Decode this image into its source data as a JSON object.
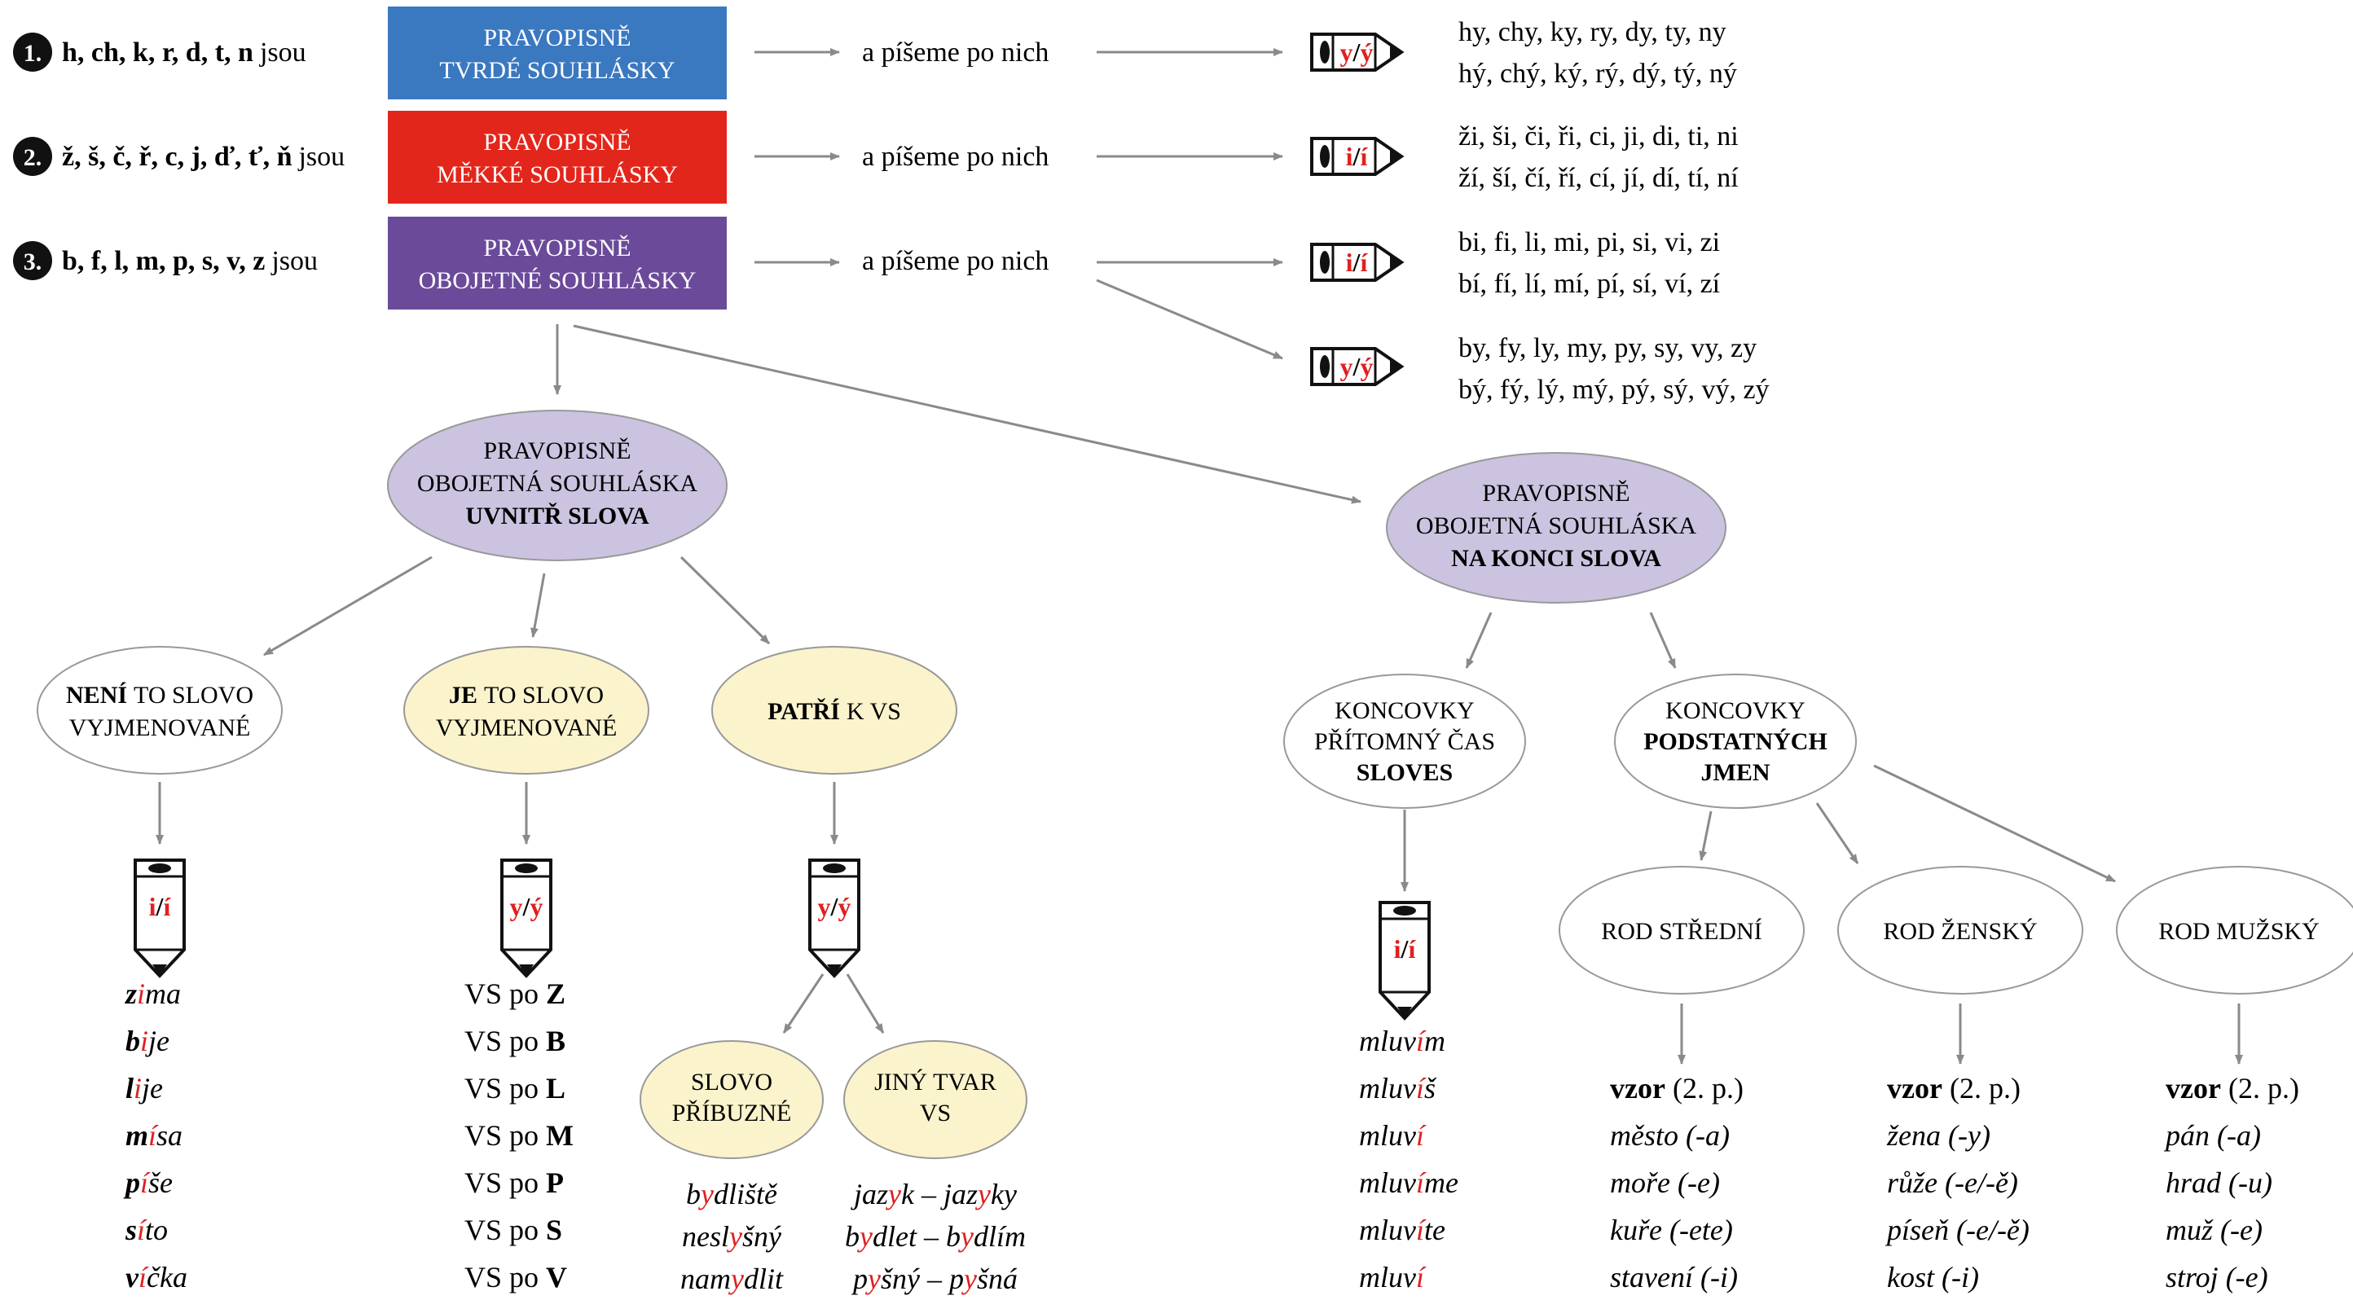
{
  "rows": [
    {
      "num": "1.",
      "letters": "h, ch, k, r, d, t, n",
      "tail": "jsou",
      "box_l1": "PRAVOPISNĚ",
      "box_l2": "TVRDÉ SOUHLÁSKY",
      "box_color": "#3a78c0",
      "arrow_text": "a píšeme po nich",
      "pencil": [
        "y",
        "/",
        "ý"
      ],
      "syll1": "hy, chy, ky, ry, dy, ty, ny",
      "syll2": "hý, chý, ký, rý, dý, tý, ný"
    },
    {
      "num": "2.",
      "letters": "ž, š, č, ř, c, j, ď, ť, ň",
      "tail": "jsou",
      "box_l1": "PRAVOPISNĚ",
      "box_l2": "MĚKKÉ SOUHLÁSKY",
      "box_color": "#e3261b",
      "arrow_text": "a píšeme po nich",
      "pencil": [
        "i",
        "/",
        "í"
      ],
      "syll1": "ži, ši, či, ři, ci, ji, di, ti, ni",
      "syll2": "ží, ší, čí, ří, cí, jí, dí, tí, ní"
    },
    {
      "num": "3.",
      "letters": "b, f, l, m, p, s, v, z",
      "tail": "jsou",
      "box_l1": "PRAVOPISNĚ",
      "box_l2": "OBOJETNÉ SOUHLÁSKY",
      "box_color": "#6b4a9a",
      "arrow_text": "a píšeme po nich",
      "pencil": [
        "i",
        "/",
        "í"
      ],
      "syll1": "bi, fi, li, mi, pi, si, vi, zi",
      "syll2": "bí, fí, lí, mí, pí, sí, ví, zí"
    }
  ],
  "row3_second": {
    "pencil": [
      "y",
      "/",
      "ý"
    ],
    "syll1": "by, fy, ly, my, py, sy, vy, zy",
    "syll2": "bý, fý, lý, mý, pý, sý, vý, zý"
  },
  "inside": {
    "l1": "PRAVOPISNĚ",
    "l2": "OBOJETNÁ SOUHLÁSKA",
    "l3": "UVNITŘ SLOVA",
    "color": "#cbc3e0"
  },
  "end": {
    "l1": "PRAVOPISNĚ",
    "l2": "OBOJETNÁ SOUHLÁSKA",
    "l3": "NA KONCI SLOVA",
    "color": "#cbc3e0"
  },
  "branches": {
    "not_vs": {
      "b": "NENÍ",
      "r": "TO SLOVO",
      "l2": "VYJMENOVANÉ",
      "pencil": [
        "i",
        "/",
        "í"
      ]
    },
    "is_vs": {
      "b": "JE",
      "r": "TO SLOVO",
      "l2": "VYJMENOVANÉ",
      "pencil": [
        "y",
        "/",
        "ý"
      ],
      "color": "#faf3cc"
    },
    "belongs": {
      "b": "PATŘÍ",
      "r": "K VS",
      "pencil": [
        "y",
        "/",
        "ý"
      ],
      "color": "#faf3cc"
    },
    "related": {
      "l1": "SLOVO",
      "l2": "PŘÍBUZNÉ",
      "color": "#faf3cc"
    },
    "other_form": {
      "l1": "JINÝ TVAR",
      "l2": "VS",
      "color": "#faf3cc"
    }
  },
  "examples_i": [
    [
      "z",
      "i",
      "ma"
    ],
    [
      "b",
      "i",
      "je"
    ],
    [
      "l",
      "i",
      "je"
    ],
    [
      "m",
      "í",
      "sa"
    ],
    [
      "p",
      "í",
      "še"
    ],
    [
      "s",
      "í",
      "to"
    ],
    [
      "v",
      "í",
      "čka"
    ]
  ],
  "vs_list": [
    [
      "VS po ",
      "Z"
    ],
    [
      "VS po ",
      "B"
    ],
    [
      "VS po ",
      "L"
    ],
    [
      "VS po ",
      "M"
    ],
    [
      "VS po ",
      "P"
    ],
    [
      "VS po ",
      "S"
    ],
    [
      "VS po ",
      "V"
    ]
  ],
  "related_words": [
    [
      "b",
      "y",
      "dliště"
    ],
    [
      "nesl",
      "y",
      "šný"
    ],
    [
      "nam",
      "y",
      "dlit"
    ]
  ],
  "other_forms": [
    [
      "jaz",
      "y",
      "k – jaz",
      "y",
      "ky"
    ],
    [
      "b",
      "y",
      "dlet – b",
      "y",
      "dlím"
    ],
    [
      "p",
      "y",
      "šný – p",
      "y",
      "šná"
    ]
  ],
  "verbs": {
    "l1": "KONCOVKY",
    "l2": "PŘÍTOMNÝ ČAS",
    "l3": "SLOVES",
    "pencil": [
      "i",
      "/",
      "í"
    ],
    "words": [
      [
        "mluv",
        "í",
        "m"
      ],
      [
        "mluv",
        "í",
        "š"
      ],
      [
        "mluv",
        "í",
        ""
      ],
      [
        "mluv",
        "í",
        "me"
      ],
      [
        "mluv",
        "í",
        "te"
      ],
      [
        "mluv",
        "í",
        ""
      ]
    ]
  },
  "nouns": {
    "l1": "KONCOVKY",
    "l2": "PODSTATNÝCH",
    "l3": "JMEN"
  },
  "genders": [
    {
      "label": "ROD STŘEDNÍ",
      "vzor": "vzor",
      "case": " (2. p.)",
      "words": [
        "město (-a)",
        "moře (-e)",
        "kuře (-ete)",
        "stavení (-i)"
      ]
    },
    {
      "label": "ROD ŽENSKÝ",
      "vzor": "vzor",
      "case": " (2. p.)",
      "words": [
        "žena (-y)",
        "růže (-e/-ě)",
        "píseň (-e/-ě)",
        "kost (-i)"
      ]
    },
    {
      "label": "ROD MUŽSKÝ",
      "vzor": "vzor",
      "case": " (2. p.)",
      "words": [
        "pán (-a)",
        "hrad (-u)",
        "muž (-e)",
        "stroj (-e)"
      ]
    }
  ]
}
